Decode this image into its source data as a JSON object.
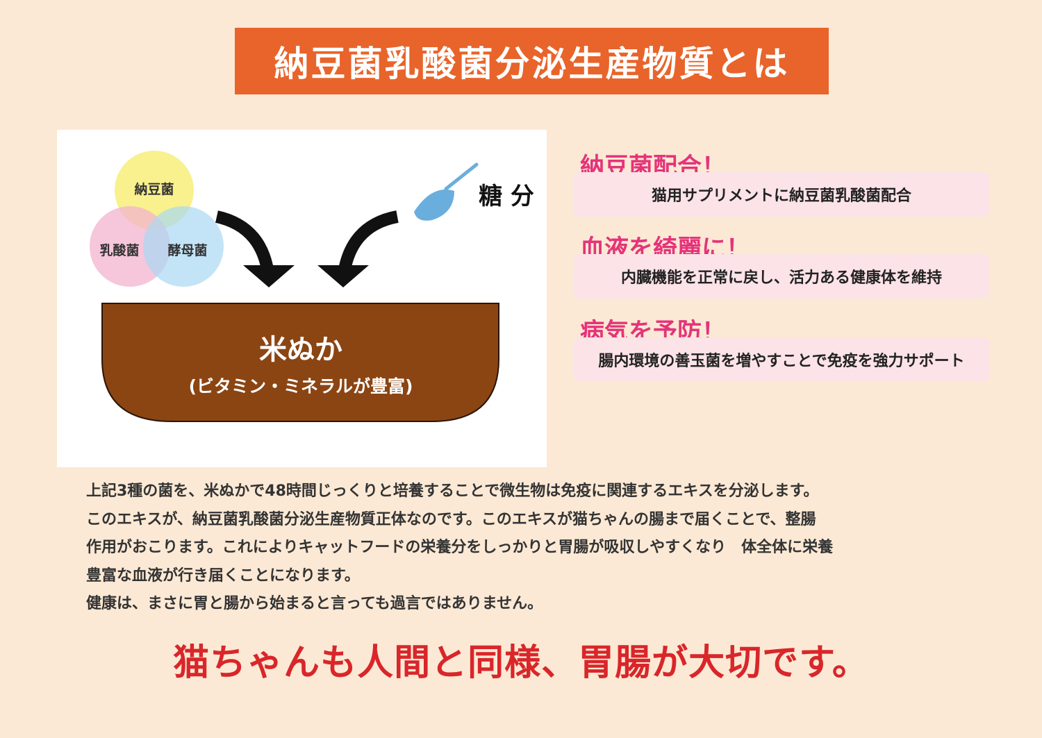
{
  "title": "納豆菌乳酸菌分泌生産物質とは",
  "colors": {
    "background": "#fbe9d5",
    "banner": "#e8642a",
    "accent_pink": "#e5337a",
    "rice_bran": "#8b4513",
    "conclusion_red": "#d9262a",
    "circle_natto": "#f7ef7a",
    "circle_lactic": "#f3b3cd",
    "circle_yeast": "#a9d8f3",
    "spoon": "#6aaedd"
  },
  "diagram": {
    "circles": {
      "natto": "納豆菌",
      "lactic": "乳酸菌",
      "yeast": "酵母菌"
    },
    "sugar_label": "糖 分",
    "bowl_title": "米ぬか",
    "bowl_subtitle": "(ビタミン・ミネラルが豊富)"
  },
  "features": [
    {
      "heading": "納豆菌配合！",
      "text": "猫用サプリメントに納豆菌乳酸菌配合"
    },
    {
      "heading": "血液を綺麗に！",
      "text": "内臓機能を正常に戻し、活力ある健康体を維持"
    },
    {
      "heading": "病気を予防！",
      "text": "腸内環境の善玉菌を増やすことで免疫を強力サポート"
    }
  ],
  "body_lines": [
    "上記3種の菌を、米ぬかで48時間じっくりと培養することで微生物は免疫に関連するエキスを分泌します。",
    "このエキスが、納豆菌乳酸菌分泌生産物質正体なのです。このエキスが猫ちゃんの腸まで届くことで、整腸",
    "作用がおこります。これによりキャットフードの栄養分をしっかりと胃腸が吸収しやすくなり　体全体に栄養",
    "豊富な血液が行き届くことになります。",
    "健康は、まさに胃と腸から始まると言っても過言ではありません。"
  ],
  "conclusion": "猫ちゃんも人間と同様、胃腸が大切です。"
}
